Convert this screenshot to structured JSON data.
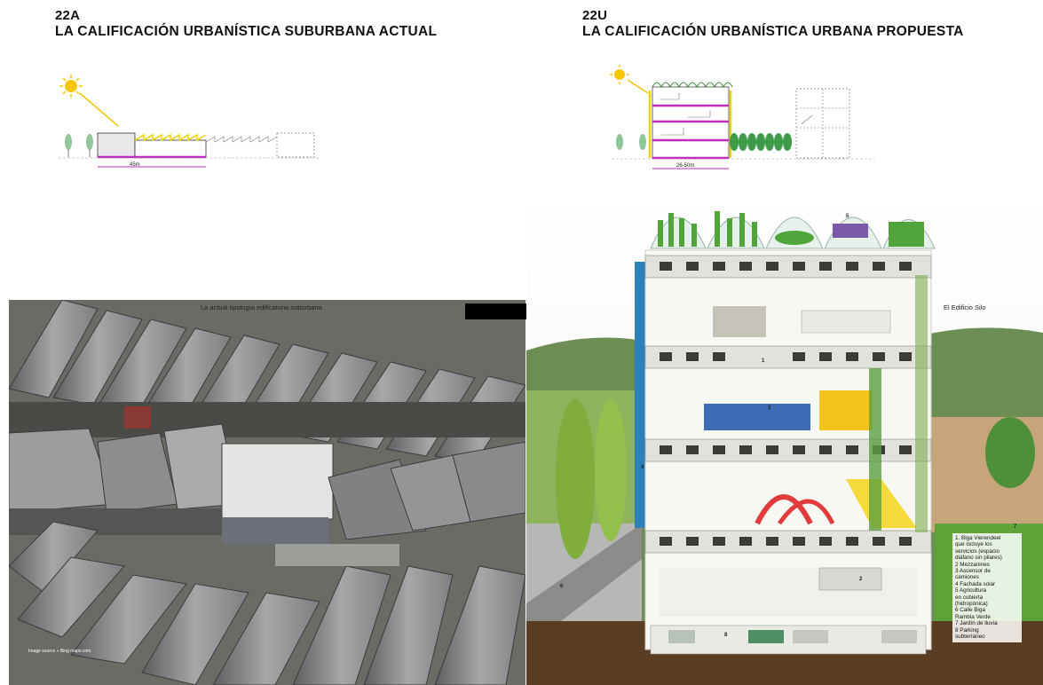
{
  "left": {
    "code": "22A",
    "title": "LA CALIFICACIÓN URBANÍSTICA SUBURBANA ACTUAL",
    "section_dimension": "45m",
    "photo_caption": "La actual tipología edificatoria suburbana",
    "image_source": "Image source » Bing maps.com"
  },
  "right": {
    "code": "22U",
    "title": "LA CALIFICACIÓN URBANÍSTICA URBANA PROPUESTA",
    "section_dimension": "26-50m",
    "building_caption": "El Edificio Silo",
    "legend_number": "7",
    "legend": [
      "1. Biga Vierendeel",
      "que incluye los",
      "servicios (espacio",
      "diáfano sin pilares)",
      "2 Mezzanines",
      "3 Ascensor de",
      "camiones",
      "4 Fachada solar",
      "5 Agricultura",
      "en cubierta",
      "(hidropónica)",
      "6 Calle Biga",
      "Rambla Verde",
      "7 Jardín de lluvia",
      "8 Parking",
      "subterráneo"
    ],
    "callouts": [
      "1",
      "2",
      "3",
      "4",
      "5",
      "6",
      "8"
    ]
  },
  "colors": {
    "magenta": "#c02bc0",
    "yellow": "#f1d400",
    "sun": "#f6c700",
    "tree": "#8fc79a",
    "roof": "#9b9d9f",
    "ground": "#5b3d22"
  }
}
